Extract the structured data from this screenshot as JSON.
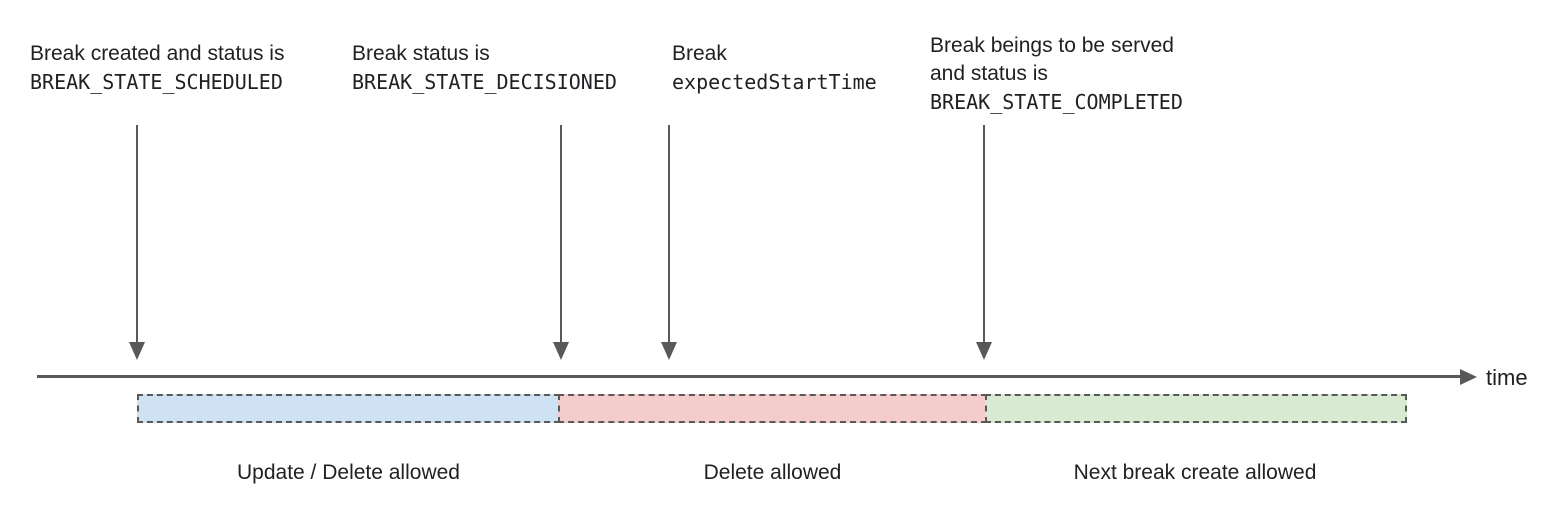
{
  "colors": {
    "text": "#202124",
    "line": "#595959",
    "seg1": "#cfe2f3",
    "seg2": "#f4cccc",
    "seg3": "#d9ead3"
  },
  "annotations": {
    "scheduled": {
      "line1": "Break created and status is",
      "line2": "BREAK_STATE_SCHEDULED"
    },
    "decisioned": {
      "line1": "Break status is",
      "line2": "BREAK_STATE_DECISIONED"
    },
    "expected_start": {
      "line1": "Break",
      "line2": "expectedStartTime"
    },
    "completed": {
      "line1": "Break beings to be served",
      "line2": "and status is",
      "line3": "BREAK_STATE_COMPLETED"
    }
  },
  "timeline": {
    "label": "time"
  },
  "segments": {
    "s1": {
      "label": "Update / Delete allowed",
      "color": "#cfe2f3"
    },
    "s2": {
      "label": "Delete allowed",
      "color": "#f4cccc"
    },
    "s3": {
      "label": "Next break create allowed",
      "color": "#d9ead3"
    }
  }
}
